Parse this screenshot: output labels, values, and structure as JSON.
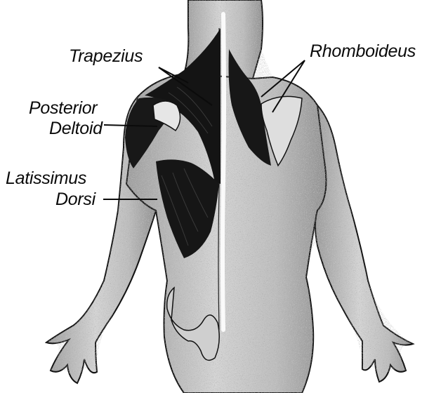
{
  "labels": {
    "trapezius": "Trapezius",
    "rhomboideus": "Rhomboideus",
    "posterior_deltoid": [
      "Posterior",
      "Deltoid"
    ],
    "latissimus_dorsi": [
      "Latissimus",
      "Dorsi"
    ]
  },
  "colors": {
    "ink": "#0b0b0b",
    "muscle": "#151515",
    "skin_shade": "#8a8a8a",
    "skin_light": "#d9d9d9",
    "background": "#ffffff"
  }
}
